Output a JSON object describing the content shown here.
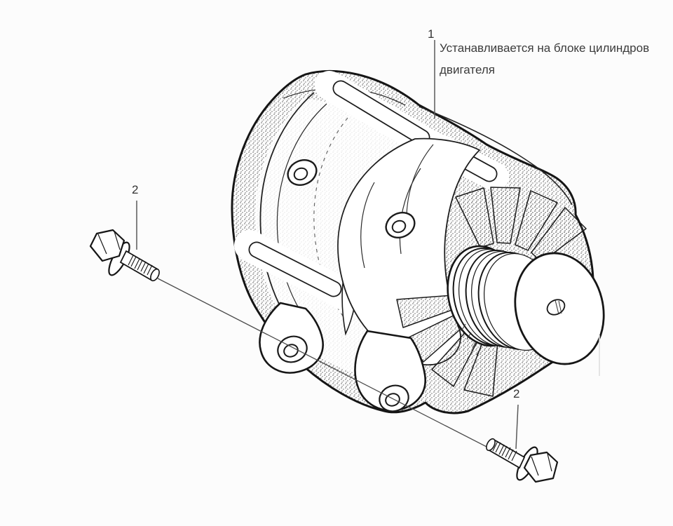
{
  "figure": {
    "type": "technical-illustration",
    "subject": "alternator-assembly"
  },
  "callouts": {
    "item1": {
      "number": "1",
      "note_line1": "Устанавливается на блоке цилиндров",
      "note_line2": "двигателя"
    },
    "item2_left": {
      "number": "2"
    },
    "item2_right": {
      "number": "2"
    }
  },
  "colors": {
    "line": "#1a1a1a",
    "leader": "#555555",
    "text": "#3b3b3b",
    "background": "#fcfcfc"
  }
}
